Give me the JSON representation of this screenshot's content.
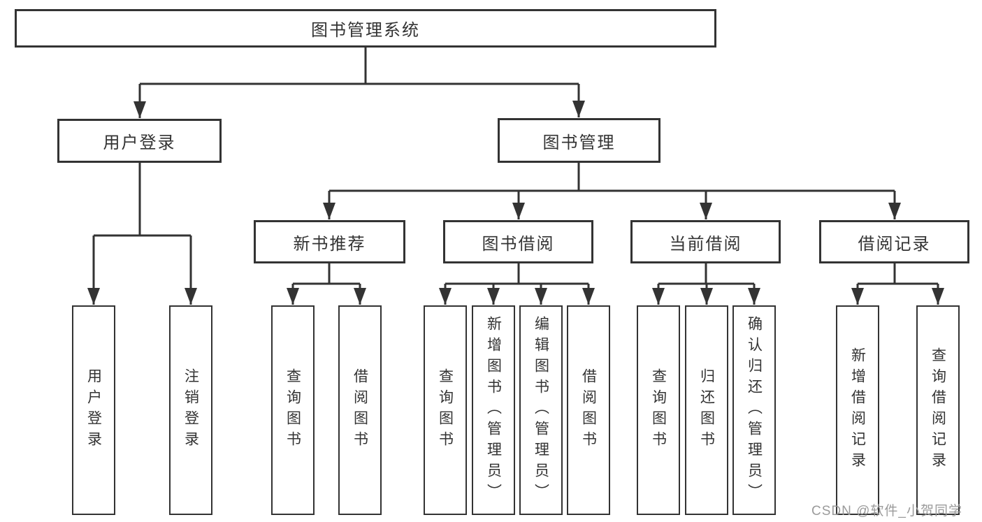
{
  "tree": {
    "root": "图书管理系统",
    "branches": [
      {
        "label": "用户登录",
        "children": [
          "用户登录",
          "注销登录"
        ]
      },
      {
        "label": "图书管理",
        "groups": [
          {
            "label": "新书推荐",
            "children": [
              "查询图书",
              "借阅图书"
            ]
          },
          {
            "label": "图书借阅",
            "children": [
              "查询图书",
              "新增图书（管理员）",
              "编辑图书（管理员）",
              "借阅图书"
            ]
          },
          {
            "label": "当前借阅",
            "children": [
              "查询图书",
              "归还图书",
              "确认归还（管理员）"
            ]
          },
          {
            "label": "借阅记录",
            "children": [
              "新增借阅记录",
              "查询借阅记录"
            ]
          }
        ]
      }
    ]
  },
  "watermark": {
    "text": "CSDN @软件_小贺同学"
  },
  "colors": {
    "line": "#333333",
    "box_border": "#333333",
    "text": "#333333",
    "watermark": "#9b9b9b",
    "background": "#ffffff"
  }
}
